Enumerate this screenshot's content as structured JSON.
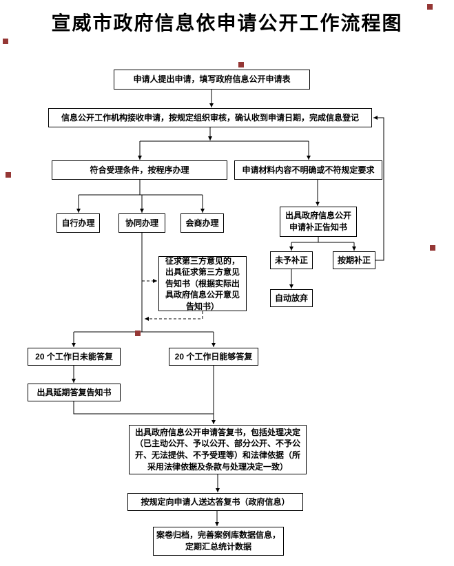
{
  "title": "宣威市政府信息依申请公开工作流程图",
  "colors": {
    "line": "#000000",
    "box_border": "#000000",
    "box_background": "#ffffff",
    "text": "#000000",
    "anchor_marker": "#953735"
  },
  "nodes": {
    "apply": "申请人提出申请，填写政府信息公开申请表",
    "receive": "信息公开工作机构接收申请，按规定组织审核，确认收到申请日期，完成信息登记",
    "qualify": "符合受理条件，按程序办理",
    "unclear": "申请材料内容不明确或不符规定要求",
    "self_handle": "自行办理",
    "joint_handle": "协同办理",
    "consult_handle": "会商办理",
    "correction_notice": "出具政府信息公开申请补正告知书",
    "no_correction": "未予补正",
    "on_time_correction": "按期补正",
    "auto_abandon": "自动放弃",
    "third_party_notice": "征求第三方意见的，出具征求第三方意见告知书（根据实际出具政府信息公开意见告知书）",
    "cannot_reply_20": "20 个工作日未能答复",
    "can_reply_20": "20 个工作日能够答复",
    "delay_notice": "出具延期答复告知书",
    "reply_decision": "出具政府信息公开申请答复书，包括处理决定（已主动公开、予以公开、部分公开、不予公开、无法提供、不予受理等）和法律依据（所采用法律依据及条款与处理决定一致）",
    "deliver_reply": "按规定向申请人送达答复书（政府信息）",
    "archive": "案卷归档，完善案例库数据信息，定期汇总统计数据"
  },
  "edges": [
    {
      "from": "apply",
      "to": "receive",
      "style": "solid"
    },
    {
      "from": "receive",
      "to": "qualify",
      "style": "solid"
    },
    {
      "from": "receive",
      "to": "unclear",
      "style": "solid"
    },
    {
      "from": "qualify",
      "to": "self_handle",
      "style": "solid"
    },
    {
      "from": "qualify",
      "to": "joint_handle",
      "style": "solid"
    },
    {
      "from": "qualify",
      "to": "consult_handle",
      "style": "solid"
    },
    {
      "from": "unclear",
      "to": "correction_notice",
      "style": "solid"
    },
    {
      "from": "correction_notice",
      "to": "no_correction",
      "style": "solid"
    },
    {
      "from": "correction_notice",
      "to": "on_time_correction",
      "style": "solid"
    },
    {
      "from": "no_correction",
      "to": "auto_abandon",
      "style": "solid"
    },
    {
      "from": "on_time_correction",
      "to": "receive",
      "style": "solid"
    },
    {
      "from": "joint_handle",
      "to": "third_party_notice",
      "style": "dashed"
    },
    {
      "from": "third_party_notice",
      "to": "joint_handle",
      "style": "dashed"
    },
    {
      "from": "joint_handle",
      "to": "cannot_reply_20",
      "style": "solid"
    },
    {
      "from": "joint_handle",
      "to": "can_reply_20",
      "style": "solid"
    },
    {
      "from": "cannot_reply_20",
      "to": "delay_notice",
      "style": "solid"
    },
    {
      "from": "delay_notice",
      "to": "reply_decision",
      "style": "solid"
    },
    {
      "from": "can_reply_20",
      "to": "reply_decision",
      "style": "solid"
    },
    {
      "from": "reply_decision",
      "to": "deliver_reply",
      "style": "solid"
    },
    {
      "from": "deliver_reply",
      "to": "archive",
      "style": "solid"
    }
  ]
}
